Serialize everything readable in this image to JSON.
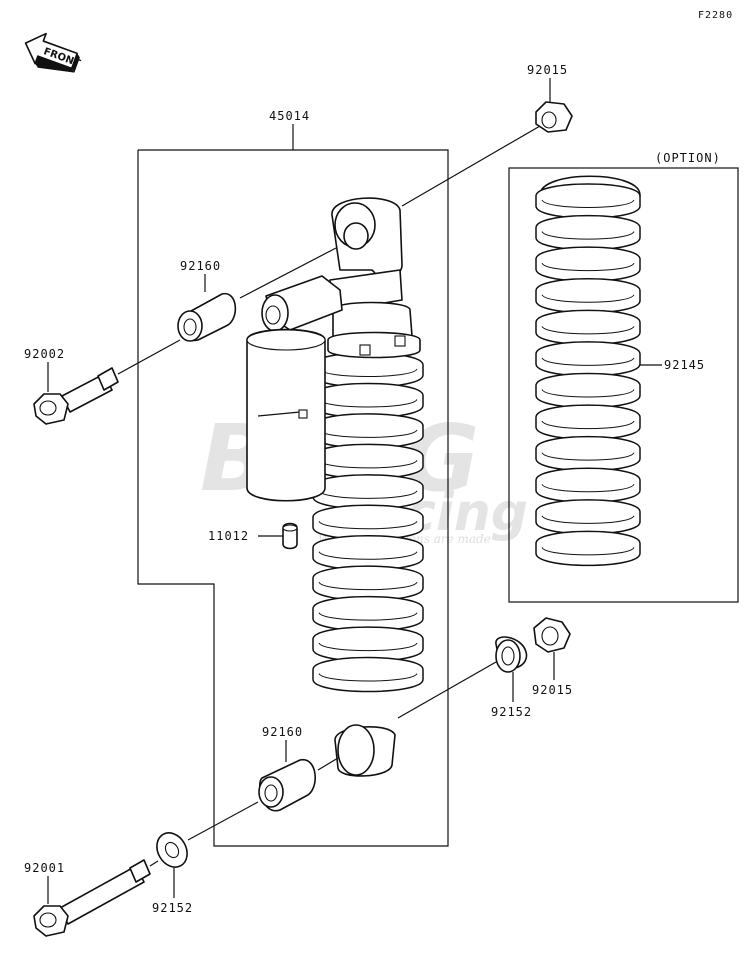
{
  "diagram": {
    "code": "F2280",
    "front_label": "FRONT",
    "option_label": "(OPTION)",
    "parts": {
      "nut_top": "92015",
      "shock_assembly": "45014",
      "collar_upper": "92160",
      "bolt_upper": "92002",
      "spring_option": "92145",
      "cap_11012": "11012",
      "nut_lower": "92015",
      "seal_right": "92152",
      "collar_lower": "92160",
      "bolt_lower": "92001",
      "seal_lower": "92152"
    },
    "watermark": {
      "brand": "BERG",
      "sub": "Racing",
      "tagline": "Where Champions are made"
    }
  }
}
